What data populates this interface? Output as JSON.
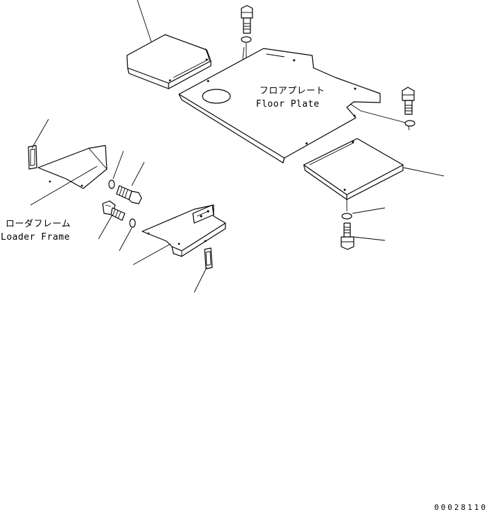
{
  "labels": {
    "floor_plate_jp": "フロアプレート",
    "floor_plate_en": "Floor Plate",
    "loader_frame_jp": "ローダフレーム",
    "loader_frame_en": "Loader Frame"
  },
  "drawing_code": "00028110",
  "colors": {
    "ink": "#000000",
    "paper": "#ffffff"
  }
}
